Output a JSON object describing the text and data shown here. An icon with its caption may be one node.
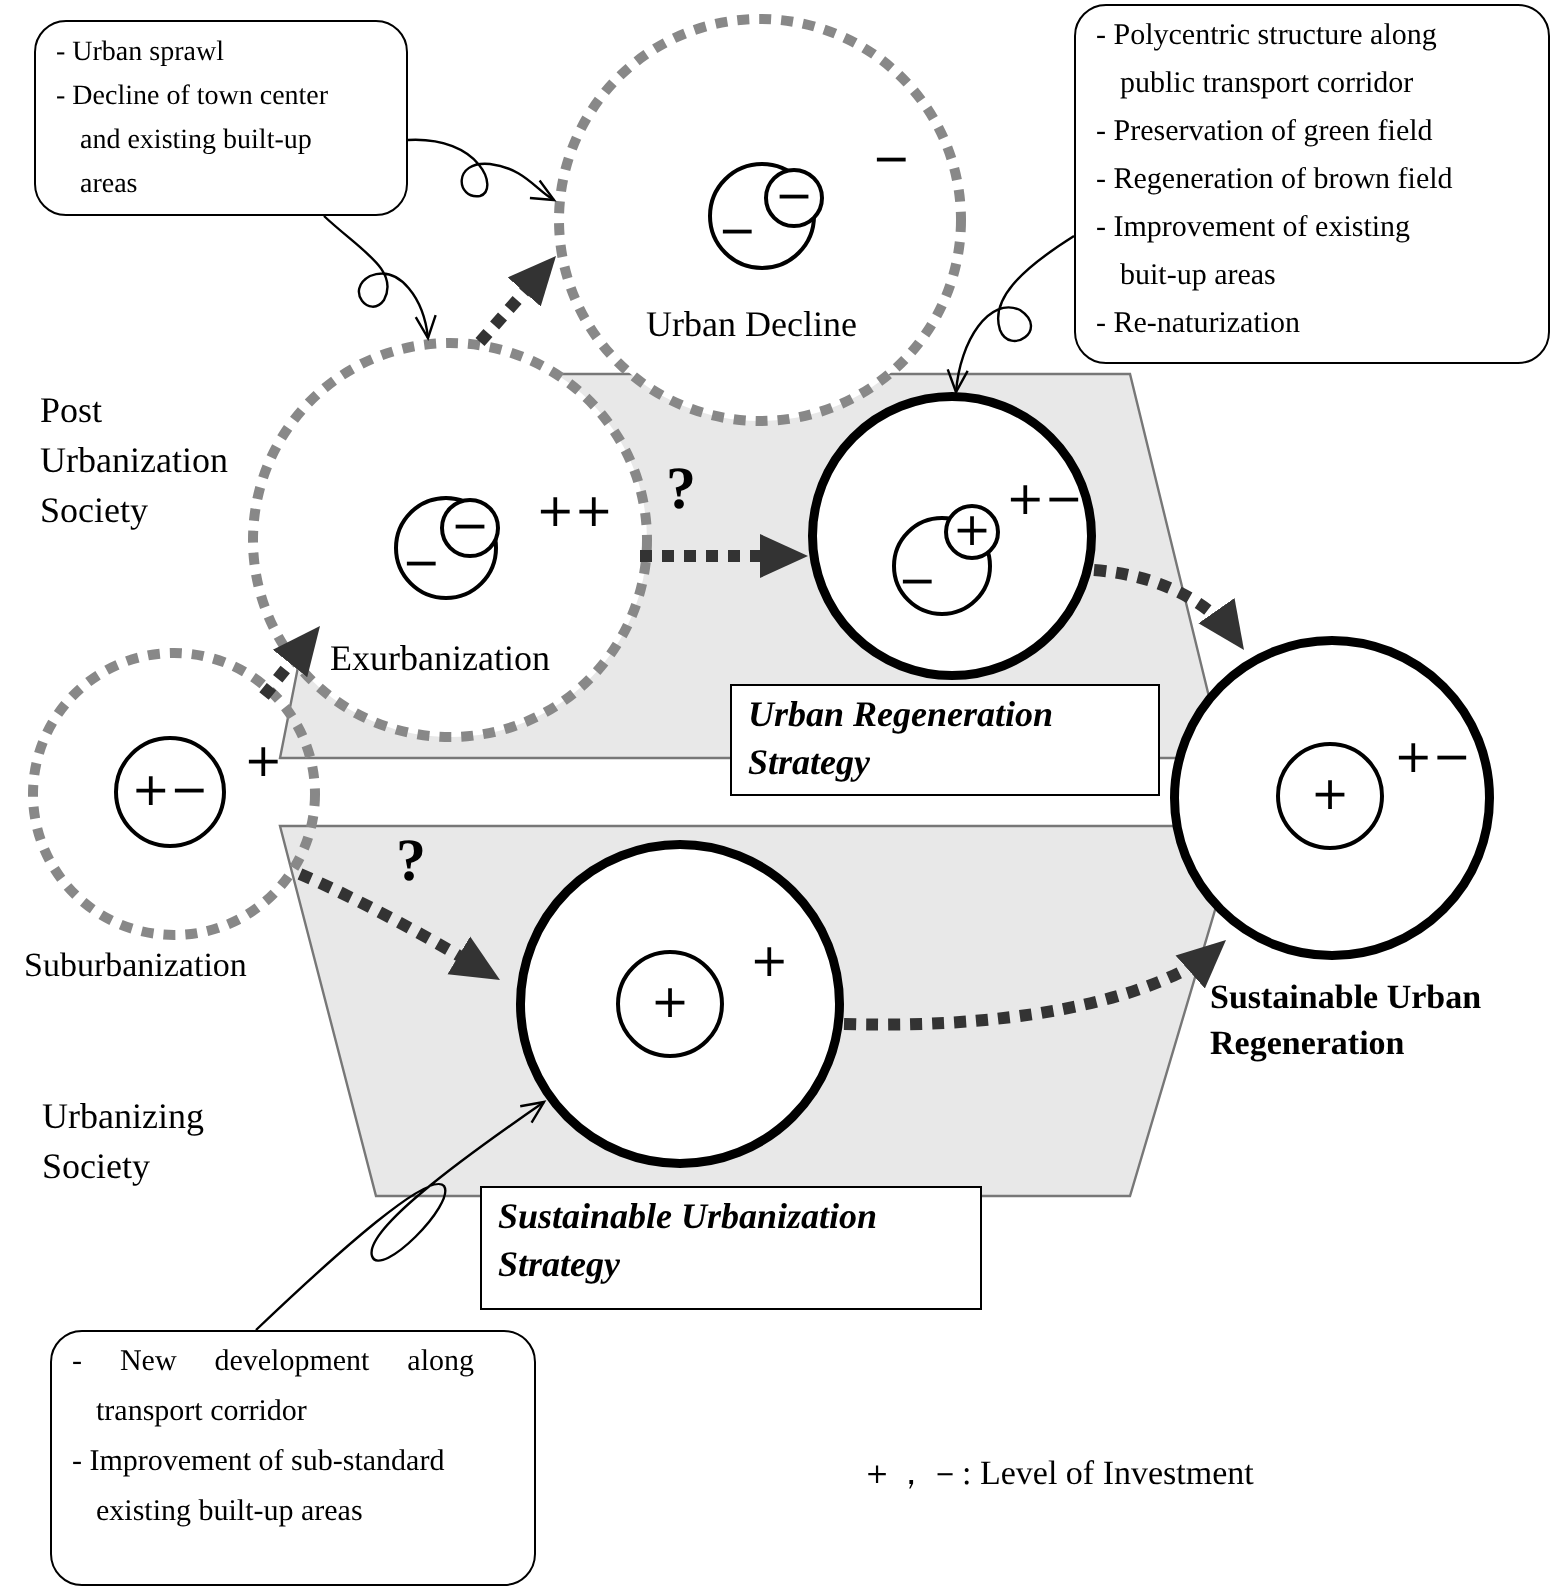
{
  "diagram": {
    "nodes": [
      {
        "text": [
          "- Urban sprawl",
          "- Decline of town center and existing built-up areas"
        ]
      },
      {
        "text": [
          "- Polycentric structure along public transport corridor",
          "- Preservation of green field",
          "- Regeneration of brown field",
          "- Improvement of existing buit-up areas",
          "- Re-naturization"
        ]
      },
      {
        "text": [
          "- New development along transport corridor",
          "- Improvement of sub-standard existing built-up areas"
        ]
      },
      {
        "text": [
          "−",
          "Urban Decline"
        ]
      },
      {
        "text": [
          "−"
        ],
        "in": 3
      },
      {
        "text": [
          "−"
        ],
        "in": 4
      },
      {
        "text": [
          "++",
          "Exurbanization"
        ]
      },
      {
        "text": [
          "−"
        ],
        "in": 6
      },
      {
        "text": [
          "−"
        ],
        "in": 7
      },
      {
        "text": [
          "+−"
        ]
      },
      {
        "text": [
          "−"
        ],
        "in": 9
      },
      {
        "text": [
          "+"
        ],
        "in": 10
      },
      {
        "text": [
          "+−"
        ],
        "beside": [
          "Sustainable Urban Regeneration"
        ]
      },
      {
        "text": [
          "+"
        ],
        "in": 12
      },
      {
        "text": [
          "+"
        ],
        "beside": [
          "Suburbanization"
        ]
      },
      {
        "text": [
          "+−"
        ],
        "in": 14
      },
      {
        "text": [
          "+"
        ]
      },
      {
        "text": [
          "+"
        ],
        "in": 16
      },
      {
        "text": [
          "Urban Regeneration Strategy"
        ]
      },
      {
        "text": [
          "Sustainable Urbanization Strategy"
        ]
      }
    ],
    "edges": [
      {
        "from": 14,
        "to": 6,
        "arrow": "to",
        "style": "dashed"
      },
      {
        "from": 6,
        "to": 3,
        "arrow": "to",
        "style": "dashed"
      },
      {
        "from": 6,
        "to": 9,
        "arrow": "to",
        "style": "dashed",
        "label": "?"
      },
      {
        "from": 14,
        "to": 16,
        "arrow": "to",
        "style": "dashed",
        "label": "?"
      },
      {
        "from": 9,
        "to": 12,
        "arrow": "to",
        "style": "dashed"
      },
      {
        "from": 16,
        "to": 12,
        "arrow": "to",
        "style": "dashed"
      },
      {
        "from": 0,
        "to": 3,
        "arrow": "to"
      },
      {
        "from": 0,
        "to": 6,
        "arrow": "to"
      },
      {
        "from": 1,
        "to": 9,
        "arrow": "to"
      },
      {
        "from": 2,
        "to": 16,
        "arrow": "to"
      }
    ],
    "labels": [
      "Post Urbanization Society",
      "Urbanizing Society",
      "＋，－: Level of Investment"
    ]
  }
}
